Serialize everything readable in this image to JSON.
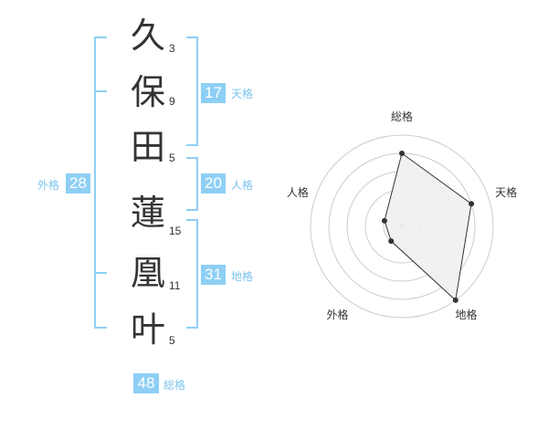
{
  "name_chars": [
    {
      "char": "久",
      "strokes": "3"
    },
    {
      "char": "保",
      "strokes": "9"
    },
    {
      "char": "田",
      "strokes": "5"
    },
    {
      "char": "蓮",
      "strokes": "15"
    },
    {
      "char": "凰",
      "strokes": "11"
    },
    {
      "char": "叶",
      "strokes": "5"
    }
  ],
  "fortunes": {
    "tenkaku": {
      "value": "17",
      "label": "天格"
    },
    "jinkaku": {
      "value": "20",
      "label": "人格"
    },
    "chikaku": {
      "value": "31",
      "label": "地格"
    },
    "gaikaku": {
      "value": "28",
      "label": "外格"
    },
    "soukaku": {
      "value": "48",
      "label": "総格"
    }
  },
  "colors": {
    "accent": "#8ecff5",
    "accent_text": "#7cc4ee",
    "ring": "#cccccc",
    "fill": "#f0f0f0"
  },
  "chart_data": {
    "type": "radar",
    "axes": [
      "総格",
      "天格",
      "地格",
      "外格",
      "人格"
    ],
    "rings": 5,
    "max": 5,
    "values": [
      4,
      4,
      5,
      1,
      1
    ]
  }
}
